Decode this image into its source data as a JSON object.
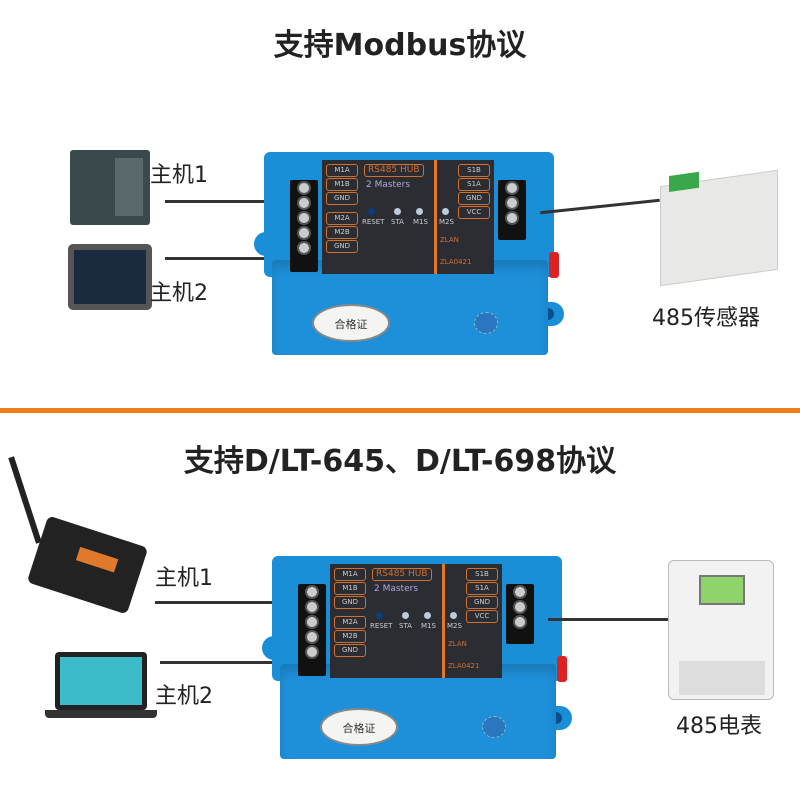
{
  "section1": {
    "title": "支持Modbus协议",
    "host1": "主机1",
    "host2": "主机2",
    "device_label": "485传感器"
  },
  "section2": {
    "title": "支持D/LT-645、D/LT-698协议",
    "host1": "主机1",
    "host2": "主机2",
    "device_label": "485电表"
  },
  "hub": {
    "name": "RS485 HUB",
    "subtitle": "2 Masters",
    "brand": "ZLAN",
    "model": "ZLA0421",
    "left_pins": [
      "M1A",
      "M1B",
      "GND",
      "M2A",
      "M2B",
      "GND"
    ],
    "right_pins": [
      "S1B",
      "S1A",
      "GND",
      "VCC"
    ],
    "reset": "RESET",
    "leds": [
      "STA",
      "M1S",
      "M2S"
    ],
    "cert": "合格证"
  },
  "colors": {
    "accent": "#f07d1a",
    "device_blue": "#1a8fd8"
  }
}
